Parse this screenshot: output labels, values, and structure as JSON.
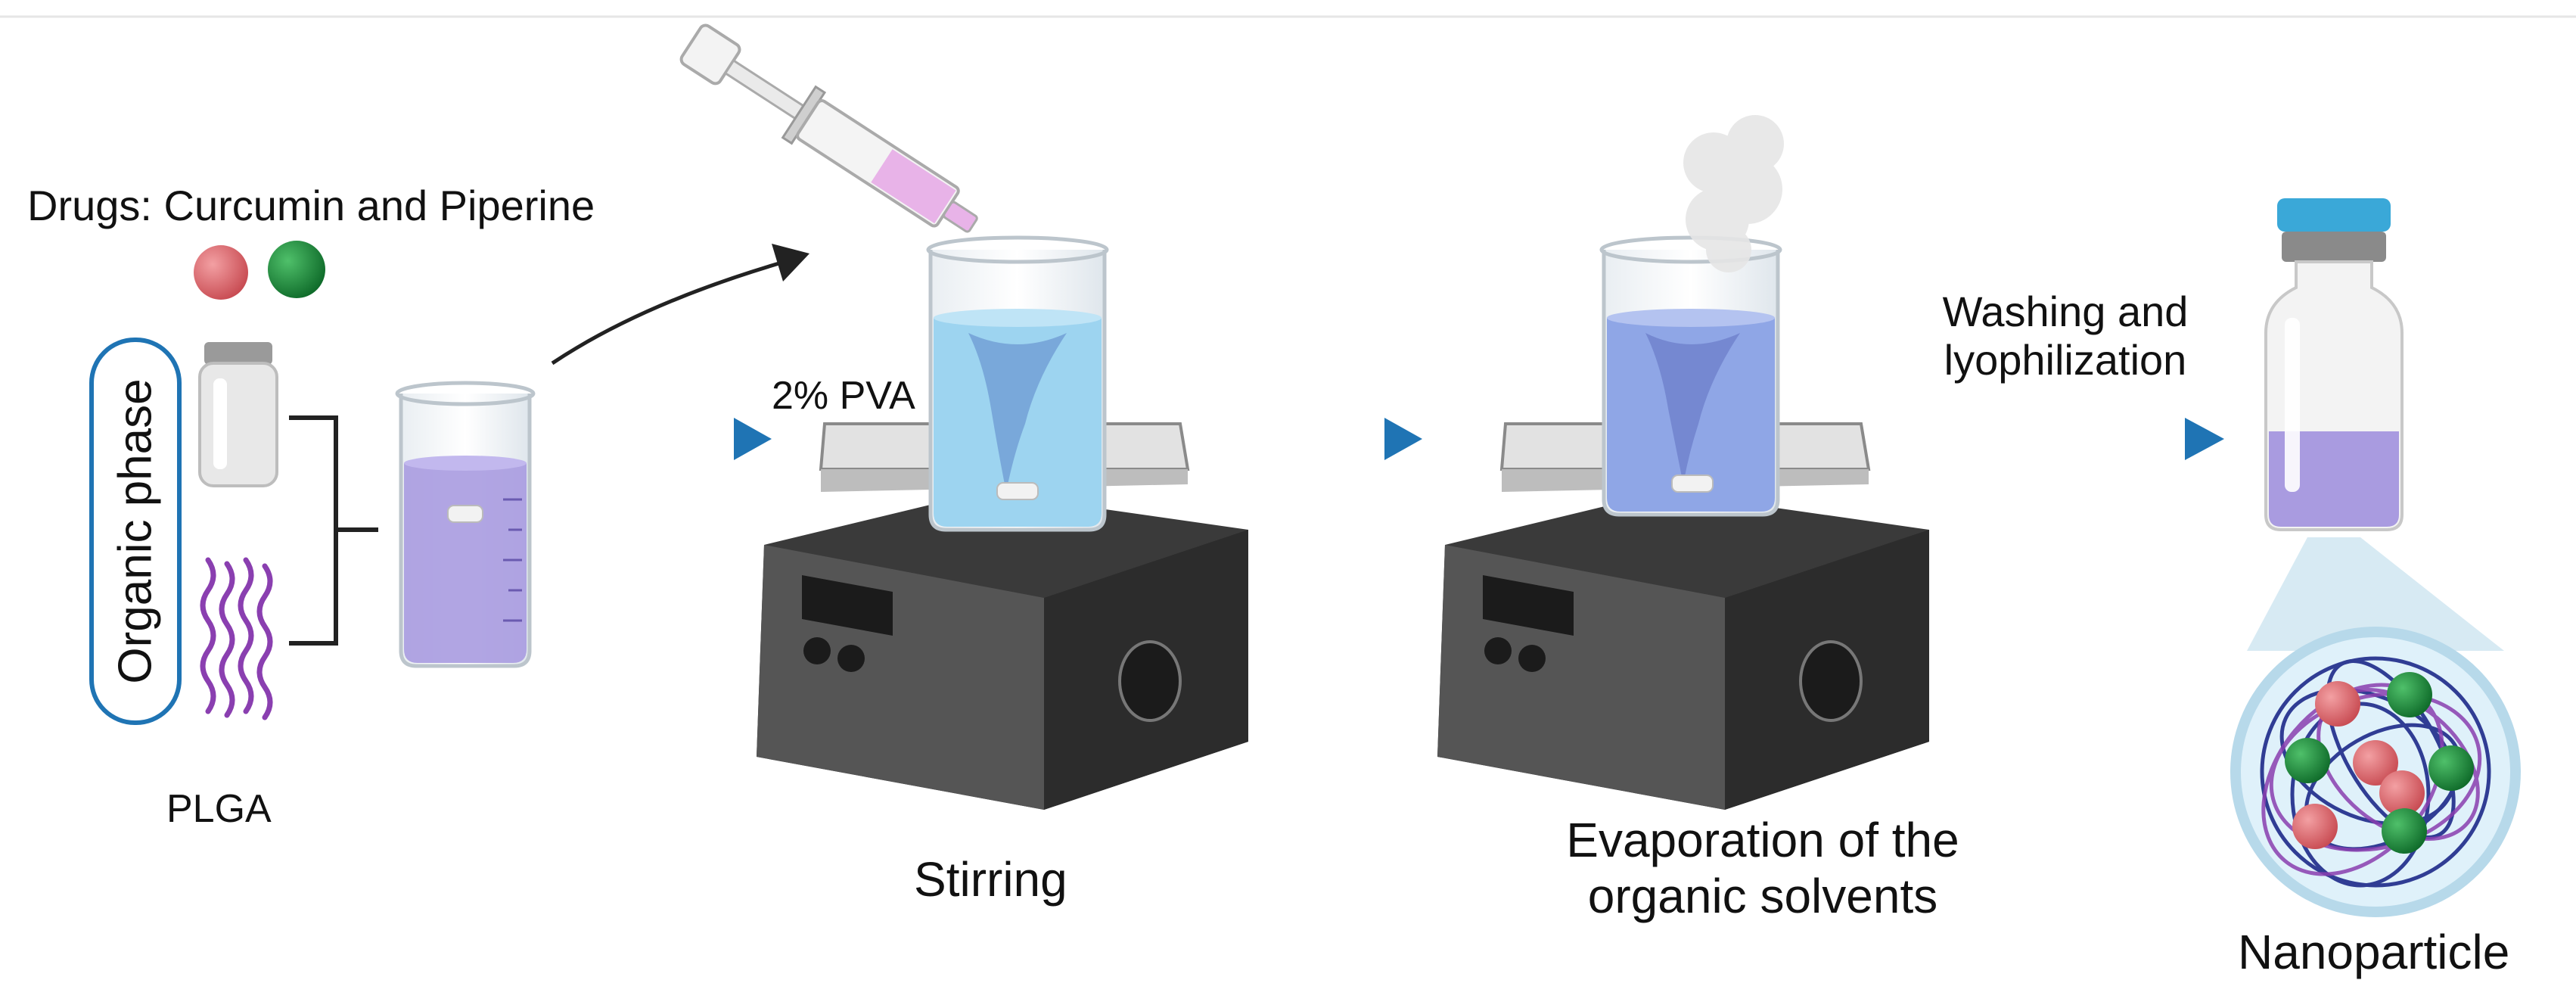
{
  "labels": {
    "drugs": "Drugs: Curcumin and Piperine",
    "organic_phase": "Organic phase",
    "plga": "PLGA",
    "pva": "2% PVA",
    "stirring": "Stirring",
    "evaporation": "Evaporation of the organic solvents",
    "washing": "Washing and lyophilization",
    "nanoparticle": "Nanoparticle"
  },
  "colors": {
    "arrow": "#1f74b4",
    "curcumin": "#d9666a",
    "piperine": "#1f8a3a",
    "plga": "#8a3fb0",
    "organic_liquid": "#a99be0",
    "pva_liquid": "#9dd4f0",
    "evap_liquid": "#8fa6e6",
    "hotplate": "#3a3a3a",
    "vial_cap": "#3aa8d8"
  }
}
